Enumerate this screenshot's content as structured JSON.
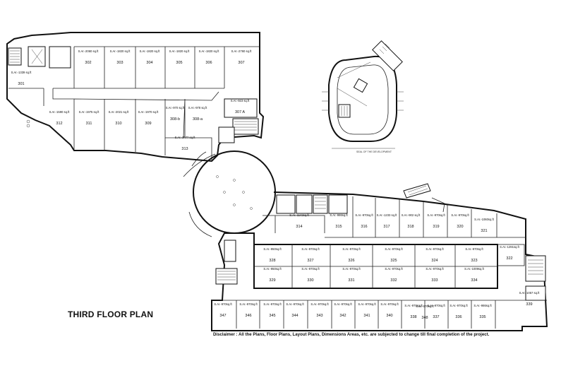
{
  "title": "THIRD FLOOR PLAN",
  "disclaimer": "Disclaimer : All the Plans, Floor Plans, Layout Plans, Dimensions Areas, etc. are subjected to change till final completion of the project.",
  "site_note": "SEAL OF THE DEVELOPMENT",
  "units": [
    {
      "no": "301",
      "area": "S.Ar.-1339 sq.ft"
    },
    {
      "no": "302",
      "area": "S.Ar.-2060 sq.ft"
    },
    {
      "no": "303",
      "area": "S.Ar.-1820 sq.ft"
    },
    {
      "no": "304",
      "area": "S.Ar.-1820 sq.ft"
    },
    {
      "no": "305",
      "area": "S.Ar.-1820 sq.ft"
    },
    {
      "no": "306",
      "area": "S.Ar.-1820 sq.ft"
    },
    {
      "no": "307",
      "area": "S.Ar.-2760 sq.ft"
    },
    {
      "no": "307 A",
      "area": "S.Ar.-923 sq.ft"
    },
    {
      "no": "308-a",
      "area": "S.Ar.-978 sq.ft"
    },
    {
      "no": "308-b",
      "area": "S.Ar.-970 sq.ft"
    },
    {
      "no": "309",
      "area": "S.Ar.-1970 sq.ft"
    },
    {
      "no": "310",
      "area": "S.Ar.-2021 sq.ft"
    },
    {
      "no": "311",
      "area": "S.Ar.-1975 sq.ft"
    },
    {
      "no": "312",
      "area": "S.Ar.-1590 sq.ft"
    },
    {
      "no": "313",
      "area": "S.Ar.-1577 sq.ft"
    },
    {
      "no": "314",
      "area": "S.Ar.-1142sq.ft"
    },
    {
      "no": "315",
      "area": "S.Ar.-986sq.ft"
    },
    {
      "no": "316",
      "area": "S.Ar.-970sq.ft"
    },
    {
      "no": "317",
      "area": "S.Ar.-1233 sq.ft"
    },
    {
      "no": "318",
      "area": "S.Ar.-902 sq.ft"
    },
    {
      "no": "319",
      "area": "S.Ar.-970sq.ft"
    },
    {
      "no": "320",
      "area": "S.Ar.-970sq.ft"
    },
    {
      "no": "321",
      "area": "S.Ar.-1060sq.ft"
    },
    {
      "no": "322",
      "area": "S.Ar.-1291sq.ft"
    },
    {
      "no": "323",
      "area": "S.Ar.-970sq.ft"
    },
    {
      "no": "324",
      "area": "S.Ar.-970sq.ft"
    },
    {
      "no": "325",
      "area": "S.Ar.-970sq.ft"
    },
    {
      "no": "326",
      "area": "S.Ar.-970sq.ft"
    },
    {
      "no": "327",
      "area": "S.Ar.-970sq.ft"
    },
    {
      "no": "328",
      "area": "S.Ar.-950sq.ft"
    },
    {
      "no": "329",
      "area": "S.Ar.-950sq.ft"
    },
    {
      "no": "330",
      "area": "S.Ar.-970sq.ft"
    },
    {
      "no": "331",
      "area": "S.Ar.-970sq.ft"
    },
    {
      "no": "332",
      "area": "S.Ar.-970sq.ft"
    },
    {
      "no": "333",
      "area": "S.Ar.-970sq.ft"
    },
    {
      "no": "334",
      "area": "S.Ar.-1009sq.ft"
    },
    {
      "no": "335",
      "area": "S.Ar.-986sq.ft"
    },
    {
      "no": "336",
      "area": "S.Ar.-970sq.ft"
    },
    {
      "no": "337",
      "area": "S.Ar.-970sq.ft"
    },
    {
      "no": "338",
      "area": "S.Ar.-970sq.ft"
    },
    {
      "no": "339",
      "area": "S.Ar.-1057 sq.ft"
    },
    {
      "no": "340",
      "area": "S.Ar.-970sq.ft"
    },
    {
      "no": "341",
      "area": "S.Ar.-970sq.ft"
    },
    {
      "no": "342",
      "area": "S.Ar.-970sq.ft"
    },
    {
      "no": "343",
      "area": "S.Ar.-970sq.ft"
    },
    {
      "no": "344",
      "area": "S.Ar.-970sq.ft"
    },
    {
      "no": "345",
      "area": "S.Ar.-970sq.ft"
    },
    {
      "no": "346",
      "area": "S.Ar.-970sq.ft"
    },
    {
      "no": "347",
      "area": "S.Ar.-970sq.ft"
    },
    {
      "no": "348",
      "area": "S.Ar.-970sq.ft"
    }
  ]
}
